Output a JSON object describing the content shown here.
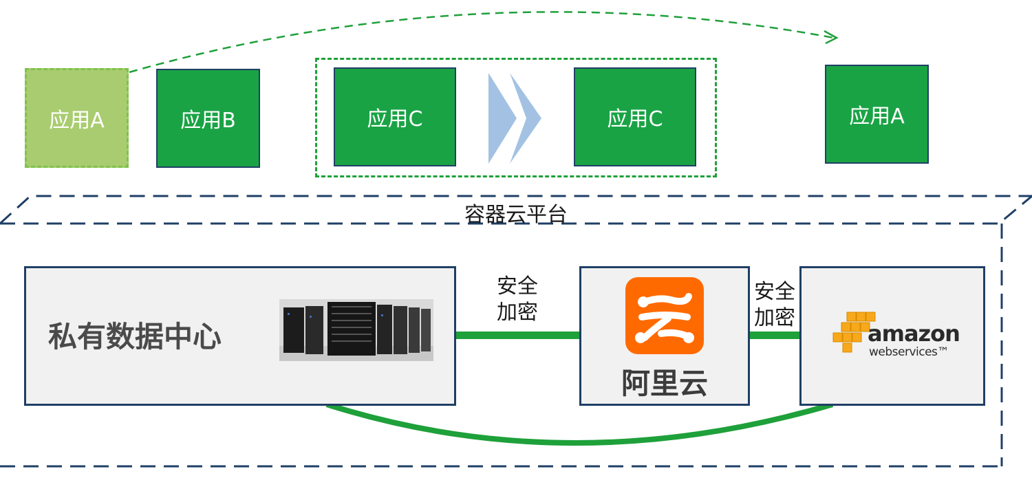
{
  "apps": {
    "app_a_source": "应用A",
    "app_b": "应用B",
    "app_c_1": "应用C",
    "app_c_2": "应用C",
    "app_a_target": "应用A"
  },
  "platform": {
    "label": "容器云平台"
  },
  "private_dc": {
    "label": "私有数据中心"
  },
  "aliyun": {
    "label": "阿里云"
  },
  "aws": {
    "logo_word": "amazon",
    "logo_sub": "webservices™"
  },
  "links": {
    "secure_1": [
      "安全",
      "加密"
    ],
    "secure_2": [
      "安全",
      "加密"
    ]
  },
  "colors": {
    "app_green": "#1aa345",
    "ghost_green": "#a9cc70",
    "link_green": "#1ea03a",
    "navy": "#1f3f66",
    "migrate_arrow": "#a3c2e3",
    "aliyun_orange": "#ff6a00",
    "aws_orange": "#f7a81b"
  },
  "icons": {
    "server-rack": "server-rack-icon",
    "aliyun-logo": "aliyun-logo-icon",
    "aws-cubes": "aws-cubes-icon"
  }
}
